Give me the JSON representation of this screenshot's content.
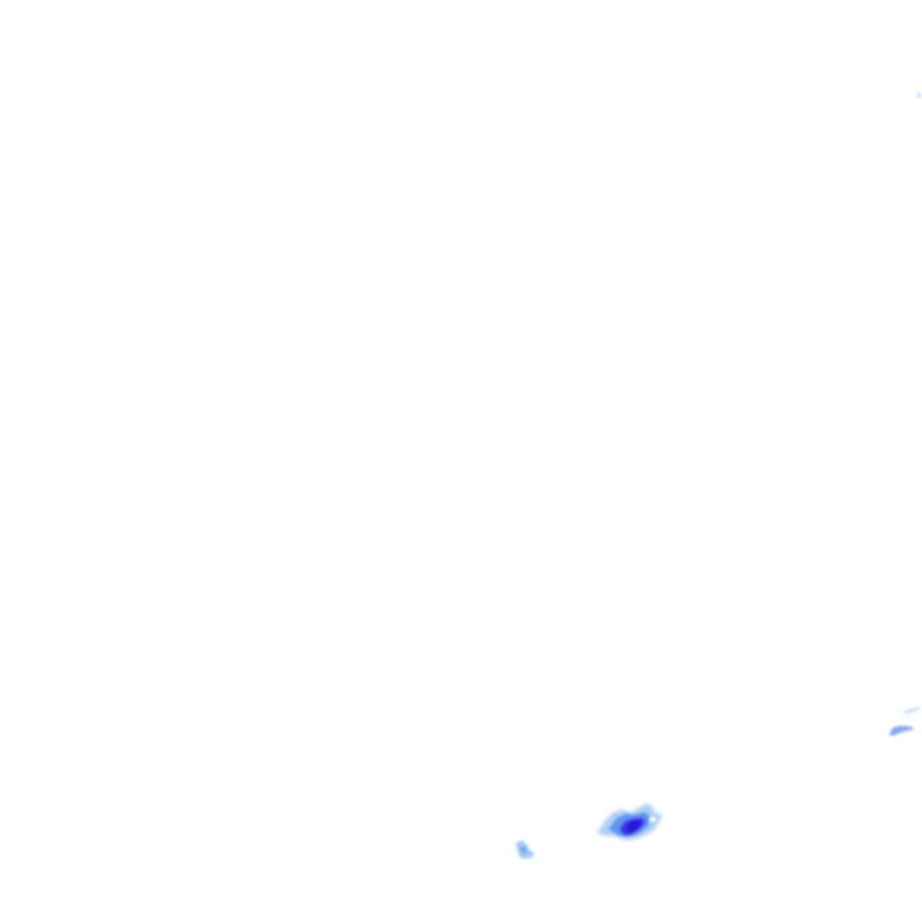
{
  "layer": {
    "type": "precipitation-radar-overlay",
    "background_color": "#ffffff"
  },
  "precipitation_palette": {
    "light": "#9cc6f3",
    "moderate": "#5a8cf0",
    "heavy": "#3a2ee8",
    "intense": "#2a12d6"
  },
  "echoes": [
    {
      "id": "echo-top-right-edge",
      "intensity": "light"
    },
    {
      "id": "echo-right-upper-streak",
      "intensity": "light"
    },
    {
      "id": "echo-right-lower-streak",
      "intensity": "moderate"
    },
    {
      "id": "echo-main-cell",
      "intensity": "heavy"
    },
    {
      "id": "echo-small-cell",
      "intensity": "light"
    }
  ]
}
